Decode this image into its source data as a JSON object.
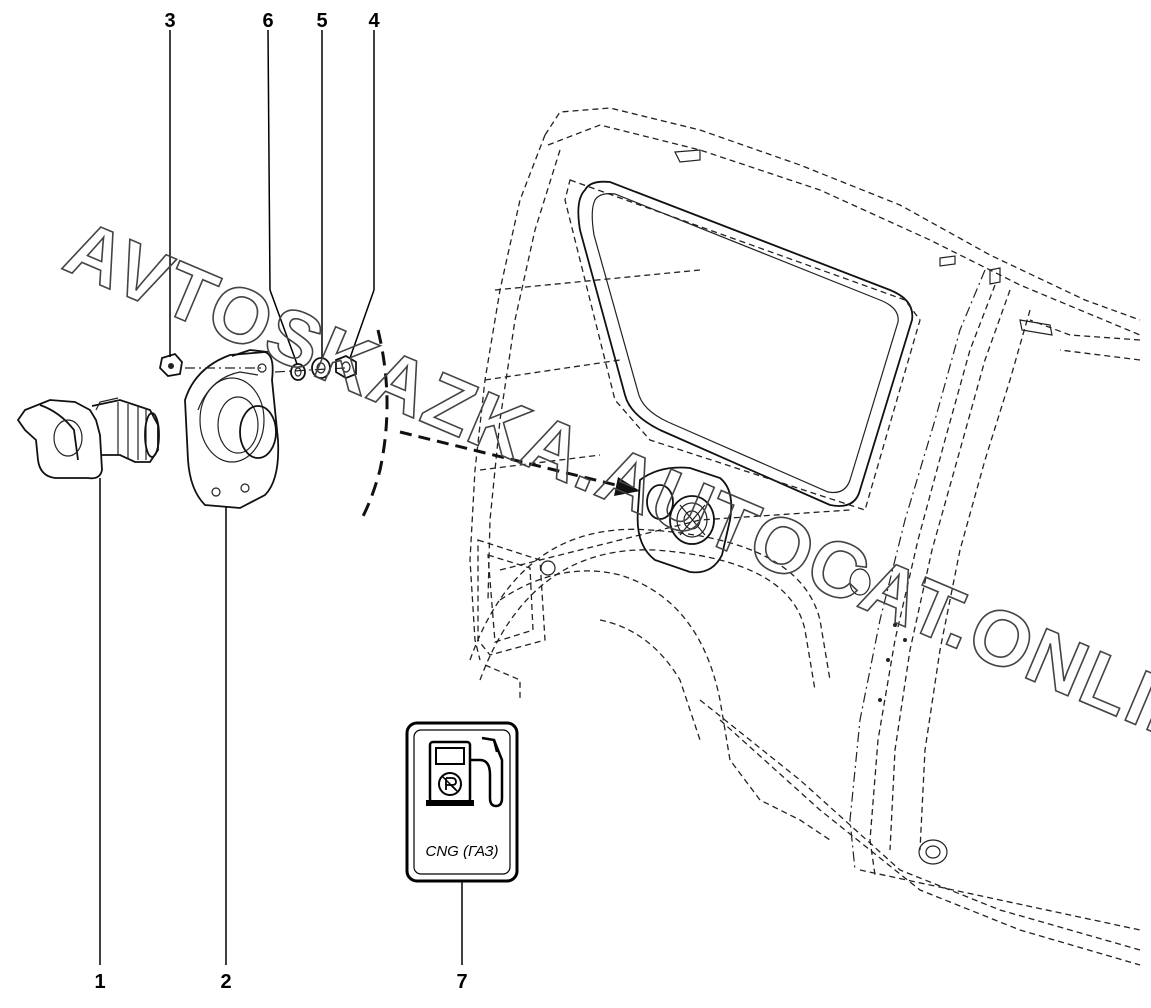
{
  "watermark": "AVTOSKAZKA.AUTOCAT.ONLINE",
  "callouts": [
    {
      "id": "1",
      "text": "1"
    },
    {
      "id": "2",
      "text": "2"
    },
    {
      "id": "3",
      "text": "3"
    },
    {
      "id": "4",
      "text": "4"
    },
    {
      "id": "5",
      "text": "5"
    },
    {
      "id": "6",
      "text": "6"
    },
    {
      "id": "7",
      "text": "7"
    }
  ],
  "fuel_label": {
    "text": "CNG (ГАЗ)",
    "icon": "fuel-pump-icon"
  },
  "colors": {
    "ink": "#000000",
    "background": "#ffffff"
  }
}
